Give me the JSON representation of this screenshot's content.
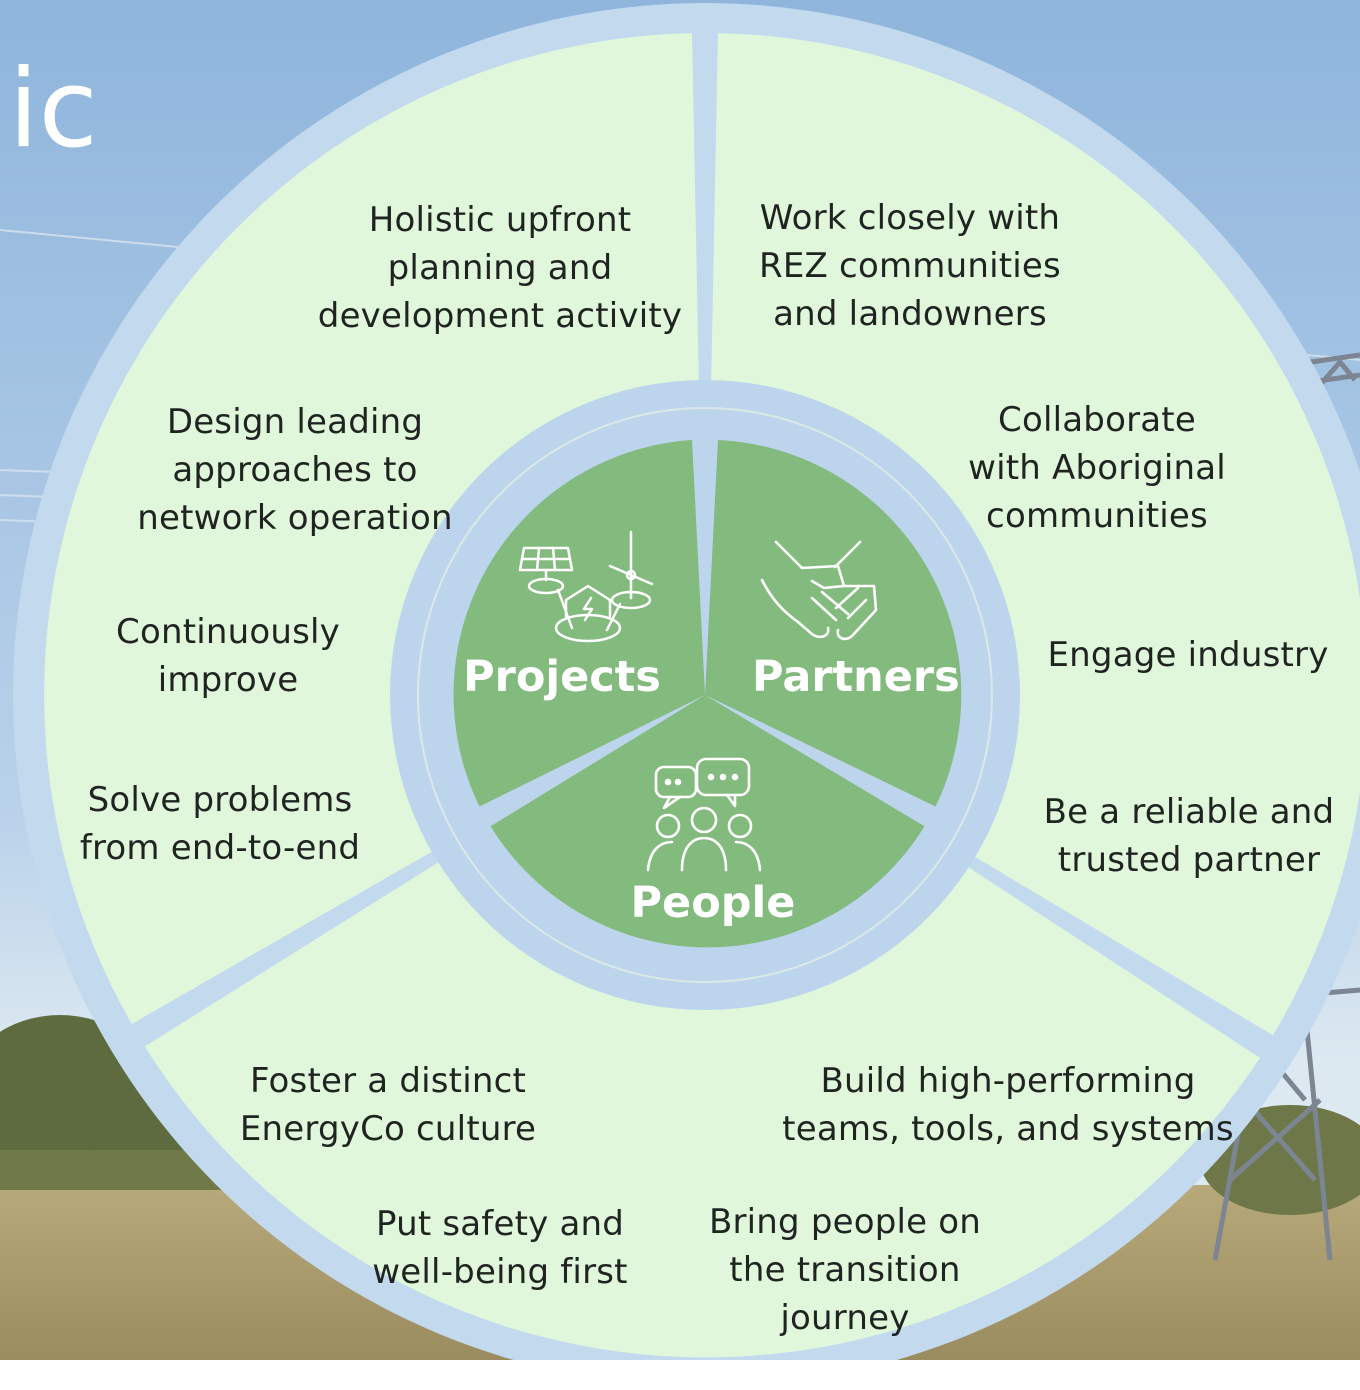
{
  "background_title": "gic",
  "colors": {
    "sky_top": "#8fb6dc",
    "sky_bottom": "#dbe9f2",
    "ground": "#a79a6b",
    "outer_fill": "#e1f7dc",
    "ring": "#b9d3ec",
    "inner_fill": "#82ba7c",
    "text": "#1f2421"
  },
  "segments": {
    "projects": {
      "title": "Projects",
      "icon": "solar-wind-house-icon",
      "items": [
        [
          "Holistic upfront",
          "planning and",
          "development activity"
        ],
        [
          "Design leading",
          "approaches to",
          "network operation"
        ],
        [
          "Continuously",
          "improve"
        ],
        [
          "Solve problems",
          "from end-to-end"
        ]
      ]
    },
    "partners": {
      "title": "Partners",
      "icon": "handshake-icon",
      "items": [
        [
          "Work closely with",
          "REZ communities",
          "and landowners"
        ],
        [
          "Collaborate",
          "with Aboriginal",
          "communities"
        ],
        [
          "Engage industry"
        ],
        [
          "Be a reliable and",
          "trusted partner"
        ]
      ]
    },
    "people": {
      "title": "People",
      "icon": "people-chat-icon",
      "items": [
        [
          "Foster a distinct",
          "EnergyCo culture"
        ],
        [
          "Build high-performing",
          "teams, tools, and systems"
        ],
        [
          "Put safety and",
          "well-being first"
        ],
        [
          "Bring people on",
          "the transition",
          "journey"
        ]
      ]
    }
  }
}
